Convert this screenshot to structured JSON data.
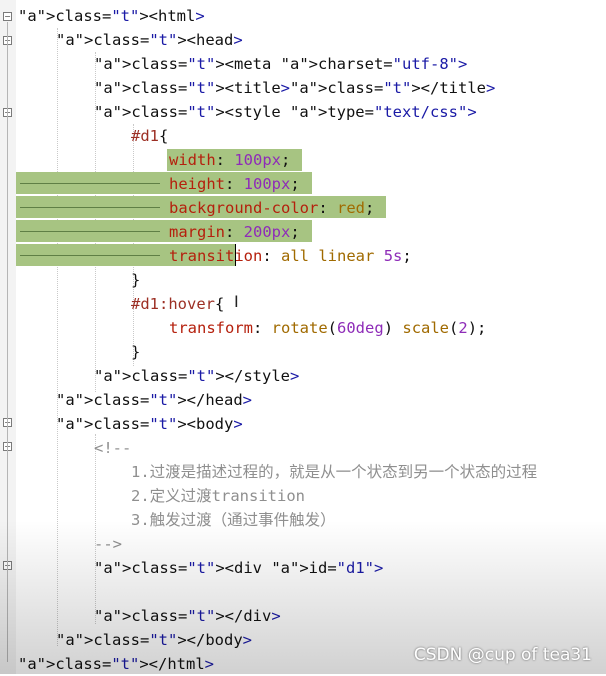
{
  "code_lines": [
    "<html>",
    "<head>",
    "<meta charset=\"utf-8\">",
    "<title></title>",
    "<style type=\"text/css\">",
    "#d1{",
    "width: 100px;",
    "height: 100px;",
    "background-color: red;",
    "margin: 200px;",
    "transition: all linear 5s;",
    "}",
    "#d1:hover{",
    "transform: rotate(60deg) scale(2);",
    "}",
    "</style>",
    "</head>",
    "<body>",
    "<!--",
    "1.过渡是描述过程的，就是从一个状态到另一个状态的过程",
    "2.定义过渡transition",
    "3.触发过渡（通过事件触发）",
    "-->",
    "<div id=\"d1\">",
    "",
    "</div>",
    "</body>",
    "</html>"
  ],
  "watermark": "CSDN @cup of tea31",
  "colors": {
    "tag": "#1a1aa6",
    "attribute": "#b5200d",
    "value": "#8e2cb8",
    "comment": "#8f8f8f",
    "selection": "#a7c482"
  }
}
